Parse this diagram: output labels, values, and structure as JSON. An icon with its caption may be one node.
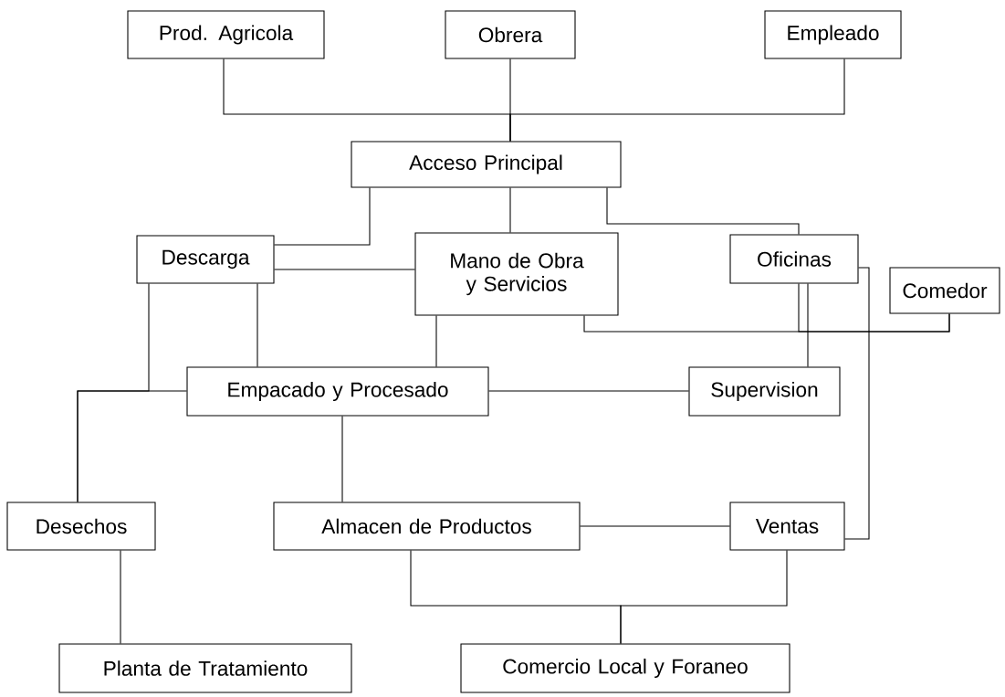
{
  "diagram": {
    "nodes": [
      {
        "text": [
          "Prod. Agricola"
        ]
      },
      {
        "text": [
          "Obrera"
        ]
      },
      {
        "text": [
          "Empleado"
        ]
      },
      {
        "text": [
          "Acceso Principal"
        ]
      },
      {
        "text": [
          "Descarga"
        ]
      },
      {
        "text": [
          "Mano de Obra y Servicios"
        ]
      },
      {
        "text": [
          "Oficinas"
        ]
      },
      {
        "text": [
          "Comedor"
        ]
      },
      {
        "text": [
          "Empacado y Procesado"
        ]
      },
      {
        "text": [
          "Supervision"
        ]
      },
      {
        "text": [
          "Desechos"
        ]
      },
      {
        "text": [
          "Almacen de Productos"
        ]
      },
      {
        "text": [
          "Ventas"
        ]
      },
      {
        "text": [
          "Planta de Tratamiento"
        ]
      },
      {
        "text": [
          "Comercio Local y Foraneo"
        ]
      }
    ],
    "edges": [
      {
        "from": 0,
        "to": 3,
        "arrow": "none"
      },
      {
        "from": 1,
        "to": 3,
        "arrow": "none"
      },
      {
        "from": 2,
        "to": 3,
        "arrow": "none"
      },
      {
        "from": 3,
        "to": 4,
        "arrow": "none"
      },
      {
        "from": 3,
        "to": 5,
        "arrow": "none"
      },
      {
        "from": 3,
        "to": 6,
        "arrow": "none"
      },
      {
        "from": 4,
        "to": 5,
        "arrow": "none"
      },
      {
        "from": 4,
        "to": 8,
        "arrow": "none"
      },
      {
        "from": 4,
        "to": 10,
        "arrow": "none"
      },
      {
        "from": 5,
        "to": 8,
        "arrow": "none"
      },
      {
        "from": 8,
        "to": 10,
        "arrow": "none"
      },
      {
        "from": 8,
        "to": 9,
        "arrow": "none"
      },
      {
        "from": 8,
        "to": 11,
        "arrow": "none"
      },
      {
        "from": 5,
        "to": 7,
        "arrow": "none"
      },
      {
        "from": 6,
        "to": 7,
        "arrow": "none"
      },
      {
        "from": 6,
        "to": 9,
        "arrow": "none"
      },
      {
        "from": 6,
        "to": 12,
        "arrow": "none"
      },
      {
        "from": 11,
        "to": 12,
        "arrow": "none"
      },
      {
        "from": 10,
        "to": 13,
        "arrow": "none"
      },
      {
        "from": 11,
        "to": 14,
        "arrow": "none"
      },
      {
        "from": 12,
        "to": 14,
        "arrow": "none"
      }
    ]
  }
}
